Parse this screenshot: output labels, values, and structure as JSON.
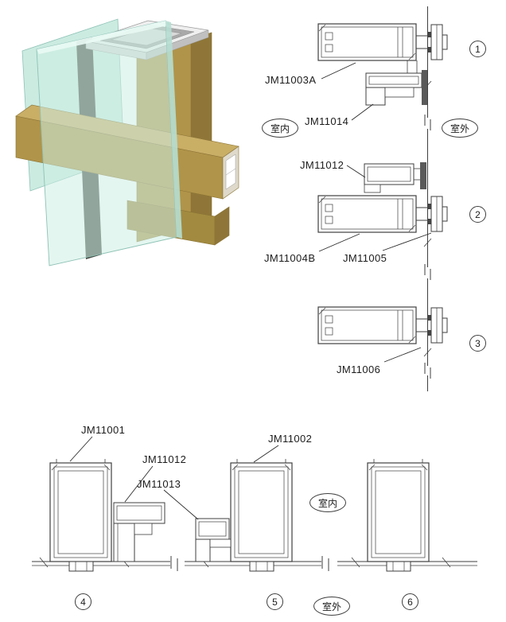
{
  "sheet": {
    "background": "#ffffff",
    "line_color": "#3f3f3f"
  },
  "iso_view": {
    "colors": {
      "frame_gold": "#b09449",
      "frame_gold_dark": "#8f7638",
      "frame_gold_light": "#c9ae66",
      "glass": "#cdeee3",
      "aluminum": "#efefef",
      "gasket": "#474c46"
    }
  },
  "vertical_sections": {
    "labels": {
      "jm11003a": "JM11003A",
      "jm11014": "JM11014",
      "jm11012": "JM11012",
      "jm11004b": "JM11004B",
      "jm11005": "JM11005",
      "jm11006": "JM11006"
    },
    "room_indoor": "室内",
    "room_outdoor": "室外",
    "callouts": {
      "c1": "1",
      "c2": "2",
      "c3": "3"
    }
  },
  "plan_sections": {
    "labels": {
      "jm11001": "JM11001",
      "jm11012": "JM11012",
      "jm11013": "JM11013",
      "jm11002": "JM11002"
    },
    "room_indoor": "室内",
    "room_outdoor": "室外",
    "callouts": {
      "c4": "4",
      "c5": "5",
      "c6": "6"
    }
  }
}
